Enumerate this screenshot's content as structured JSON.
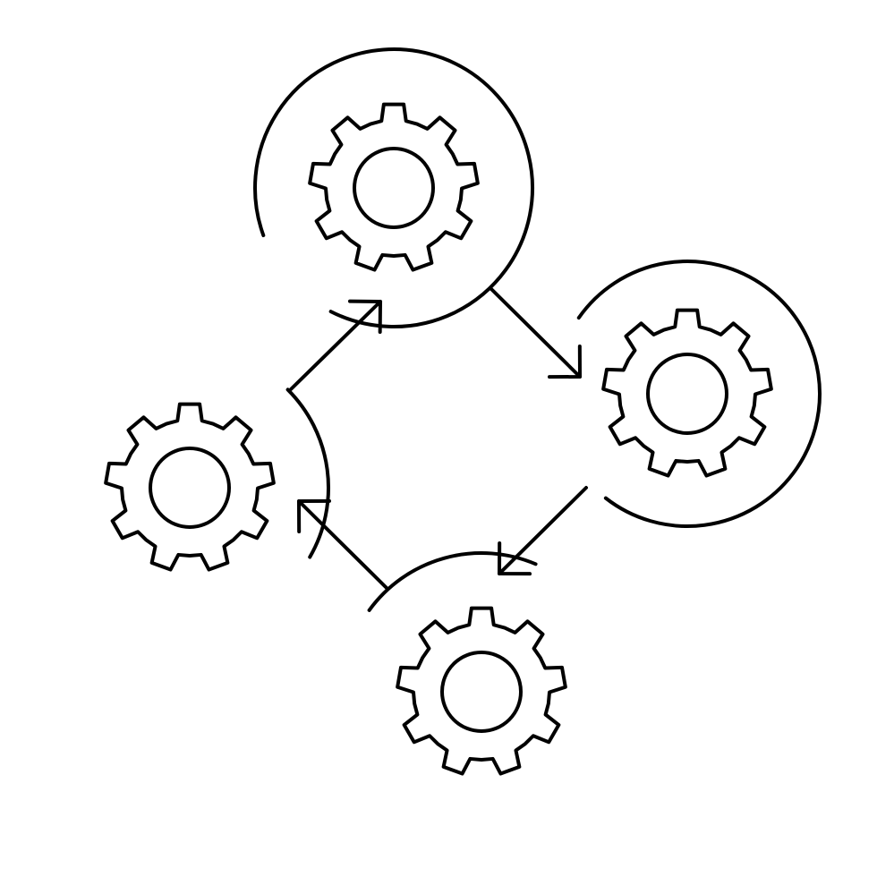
{
  "diagram": {
    "style": "line-icon",
    "stroke_color": "#000000",
    "background_color": "#ffffff",
    "nodes": [
      {
        "id": "top",
        "icon": "gear-icon"
      },
      {
        "id": "right",
        "icon": "gear-icon"
      },
      {
        "id": "bottom",
        "icon": "gear-icon"
      },
      {
        "id": "left",
        "icon": "gear-icon"
      }
    ],
    "edges": [
      {
        "from": "left",
        "to": "top"
      },
      {
        "from": "top",
        "to": "right"
      },
      {
        "from": "right",
        "to": "bottom"
      },
      {
        "from": "bottom",
        "to": "left"
      }
    ]
  }
}
